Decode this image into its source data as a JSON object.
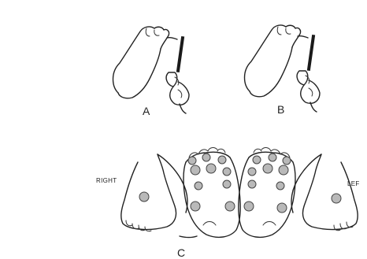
{
  "figure": {
    "heading": "",
    "panels": [
      {
        "id": "A",
        "label": "A"
      },
      {
        "id": "B",
        "label": "B"
      },
      {
        "id": "C",
        "label": "C"
      }
    ],
    "side_labels": {
      "right": "RIGHT",
      "left": "LEF"
    }
  },
  "icons": {
    "monofilament": "monofilament-icon",
    "test_site": "test-site-spot-icon"
  }
}
